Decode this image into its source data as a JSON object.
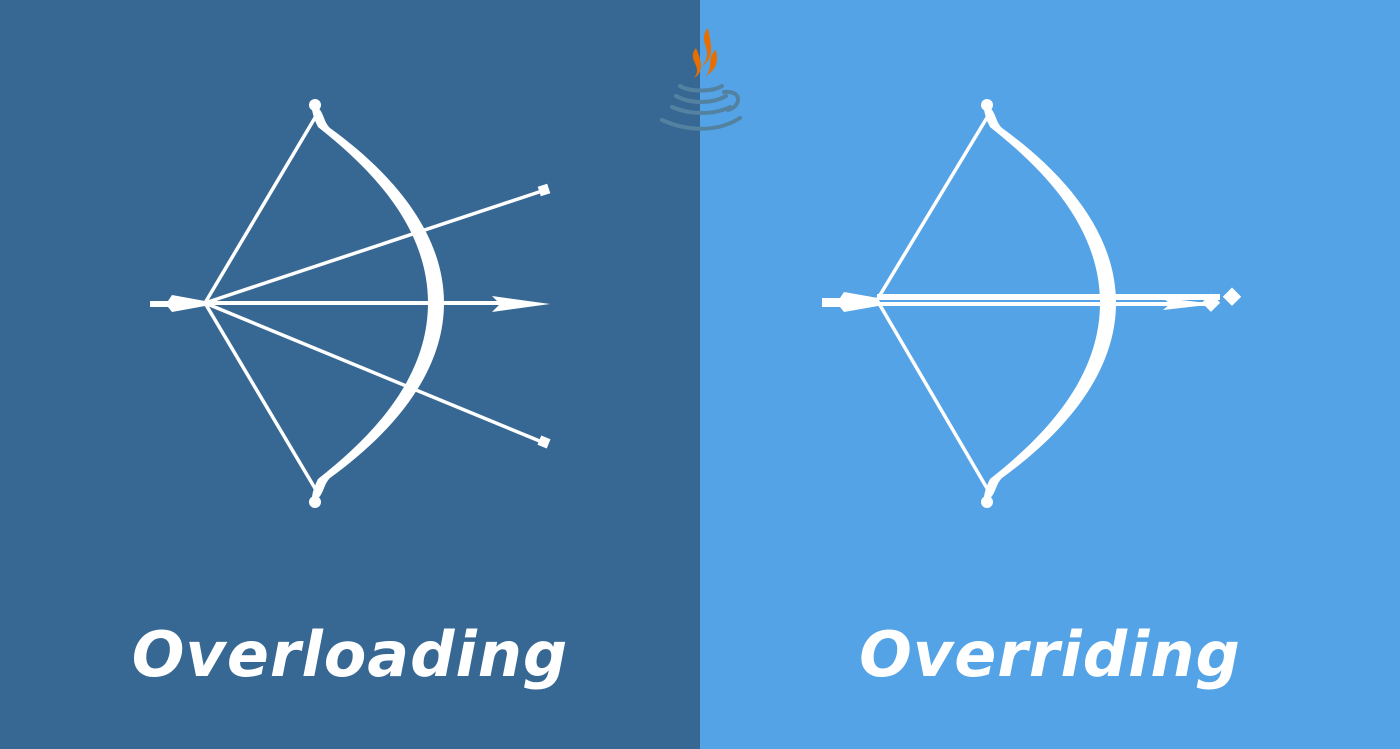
{
  "colors": {
    "left_background": "#376893",
    "right_background": "#54a3e6",
    "foreground": "#ffffff",
    "java_flame": "#e76f00",
    "java_cup": "#5382a1"
  },
  "icons": {
    "logo": "java-cup-logo",
    "left_illustration": "bow-with-three-arrows-icon",
    "right_illustration": "bow-with-double-arrow-icon"
  },
  "left_panel": {
    "caption": "Overloading"
  },
  "right_panel": {
    "caption": "Overriding"
  }
}
